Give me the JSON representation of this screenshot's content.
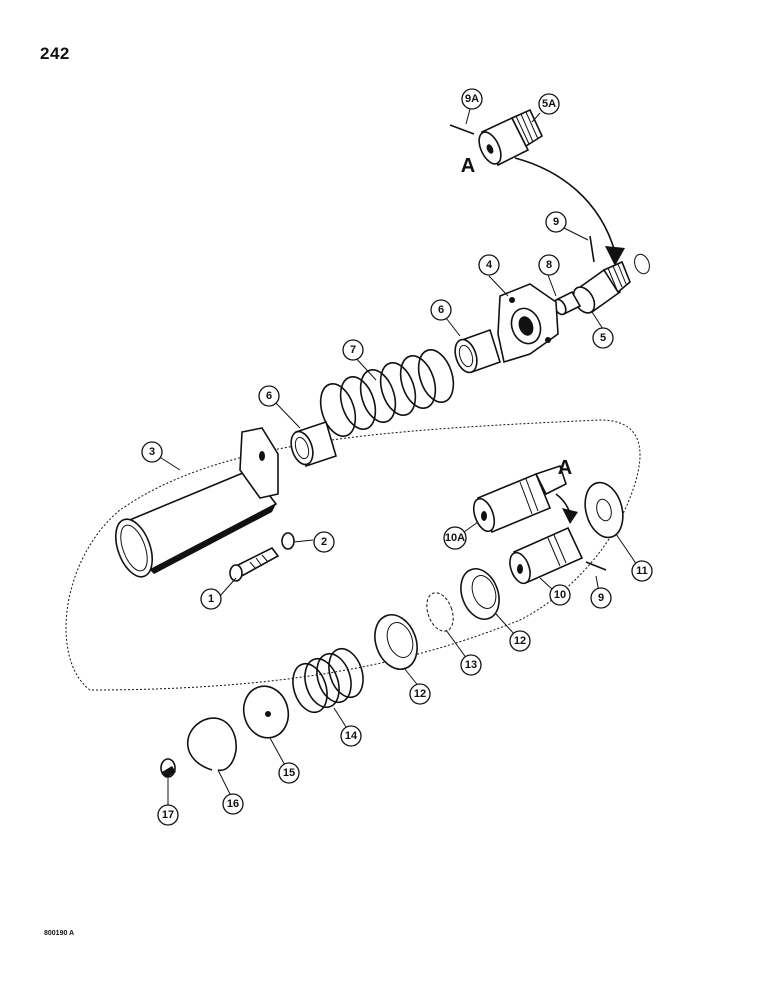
{
  "page": {
    "number": "242",
    "figure_code": "800190 A"
  },
  "view_marker": "A",
  "callouts": [
    {
      "label": "1"
    },
    {
      "label": "2"
    },
    {
      "label": "3"
    },
    {
      "label": "4"
    },
    {
      "label": "5"
    },
    {
      "label": "5A"
    },
    {
      "label": "6"
    },
    {
      "label": "6"
    },
    {
      "label": "7"
    },
    {
      "label": "8"
    },
    {
      "label": "9"
    },
    {
      "label": "9"
    },
    {
      "label": "9A"
    },
    {
      "label": "10"
    },
    {
      "label": "10A"
    },
    {
      "label": "11"
    },
    {
      "label": "12"
    },
    {
      "label": "12"
    },
    {
      "label": "13"
    },
    {
      "label": "14"
    },
    {
      "label": "15"
    },
    {
      "label": "16"
    },
    {
      "label": "17"
    }
  ]
}
